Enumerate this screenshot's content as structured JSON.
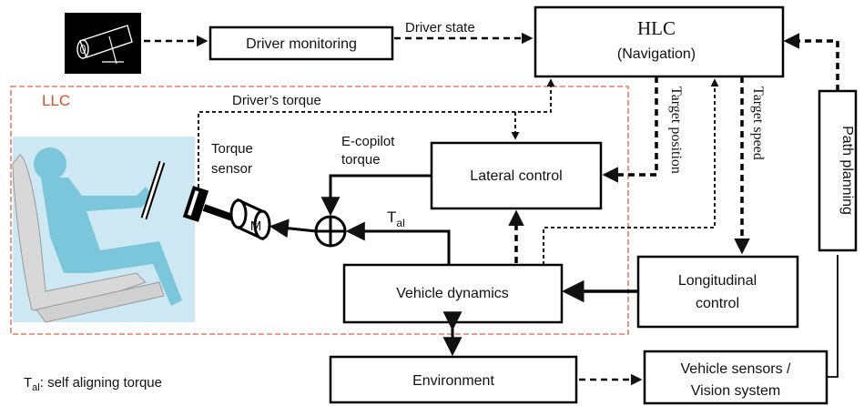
{
  "colors": {
    "ink": "#111111",
    "llc_border": "#e06040",
    "llc_text": "#d8502c",
    "seat_fill": "#d8d8d8",
    "sky_fill": "#cde8f2",
    "person_fill": "#7cc6dc"
  },
  "icons": [
    "camera-icon",
    "driver-seated-icon",
    "steering-wheel-icon",
    "motor-icon",
    "summing-junction-icon"
  ],
  "blocks": {
    "hlc_title": "HLC",
    "hlc_subtitle": "(Navigation)",
    "driver_monitoring": "Driver monitoring",
    "lateral_control": "Lateral control",
    "vehicle_dynamics": "Vehicle dynamics",
    "longitudinal_control_line1": "Longitudinal",
    "longitudinal_control_line2": "control",
    "environment": "Environment",
    "vehicle_sensors_line1": "Vehicle sensors /",
    "vehicle_sensors_line2": "Vision system",
    "path_planning": "Path planning",
    "motor": "M"
  },
  "signals": {
    "driver_state": "Driver state",
    "drivers_torque": "Driver’s torque",
    "target_position": "Target position",
    "target_speed": "Target speed",
    "ecopilot_line1": "E-copilot",
    "ecopilot_line2": "torque",
    "torque_sensor_line1": "Torque",
    "torque_sensor_line2": "sensor",
    "tal_main": "T",
    "tal_sub": "al"
  },
  "llc_label": "LLC",
  "legend": {
    "symbol_main": "T",
    "symbol_sub": "al",
    "text": ": self aligning  torque"
  }
}
